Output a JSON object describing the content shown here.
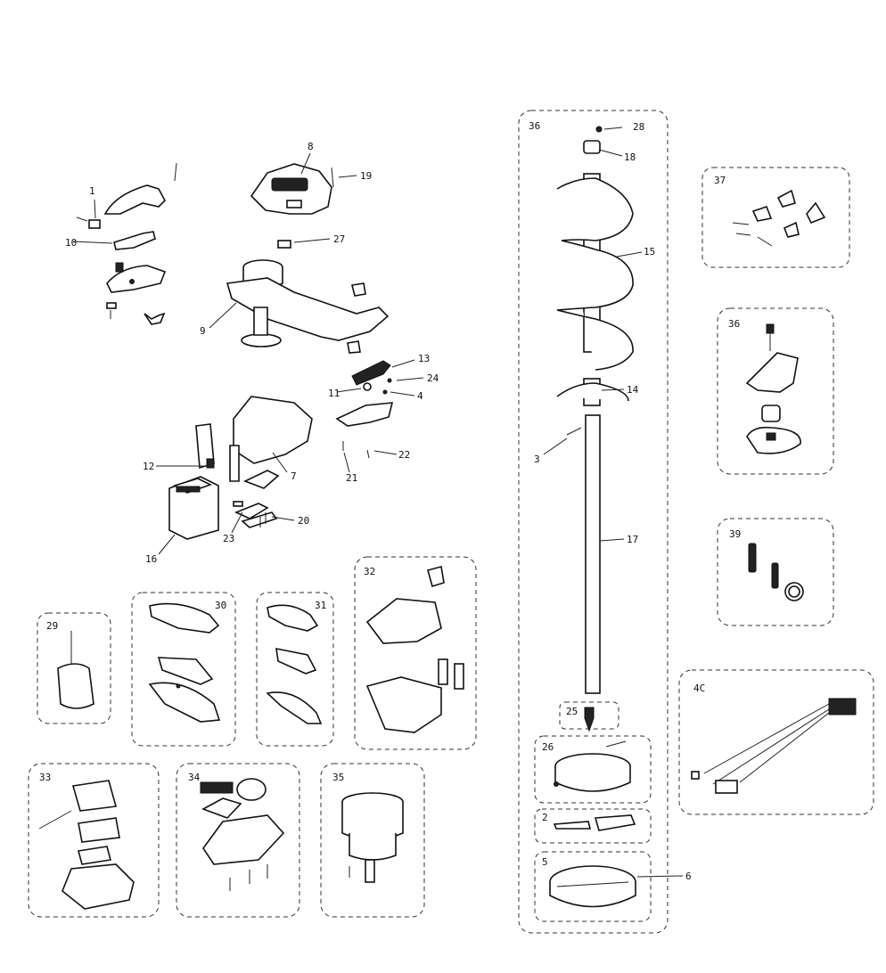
{
  "labels": {
    "p1": "1",
    "p10": "10",
    "p8": "8",
    "p19": "19",
    "p27": "27",
    "p9": "9",
    "p13": "13",
    "p24": "24",
    "p11": "11",
    "p4": "4",
    "p22": "22",
    "p21": "21",
    "p12": "12",
    "p7": "7",
    "p23": "23",
    "p20": "20",
    "p16": "16",
    "p36a": "36",
    "p28": "28",
    "p18": "18",
    "p15": "15",
    "p14": "14",
    "p3": "3",
    "p17": "17",
    "p25": "25",
    "p26": "26",
    "p2": "2",
    "p5": "5",
    "p6": "6",
    "p37": "37",
    "p36b": "36",
    "p39": "39",
    "p40": "4C",
    "p29": "29",
    "p30": "30",
    "p31": "31",
    "p32": "32",
    "p33": "33",
    "p34": "34",
    "p35": "35"
  }
}
